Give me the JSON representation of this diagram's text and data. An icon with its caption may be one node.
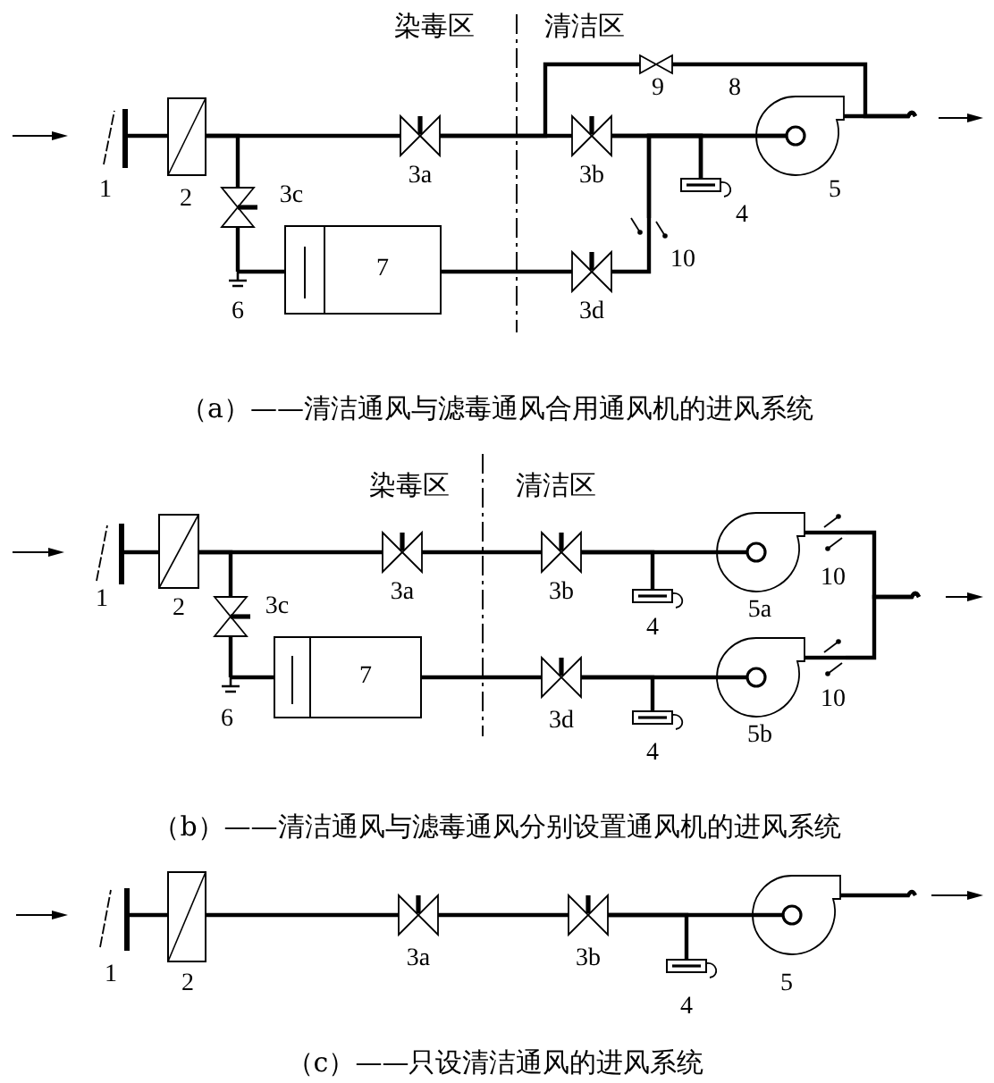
{
  "diagram": {
    "nodes": [
      {
        "text": [],
        "shape": "grille",
        "beside": [
          "1"
        ]
      },
      {
        "text": [],
        "shape": "box",
        "beside": [
          "2"
        ]
      },
      {
        "text": [],
        "shape": "bowtie",
        "beside": [
          "3c"
        ]
      },
      {
        "text": [],
        "shape": "bar",
        "beside": [
          "6"
        ]
      },
      {
        "text": [
          "7"
        ]
      },
      {
        "text": [],
        "shape": "bowtie",
        "beside": [
          "3a"
        ]
      },
      {
        "text": [],
        "shape": "bowtie",
        "beside": [
          "3b"
        ]
      },
      {
        "text": [],
        "shape": "bowtie",
        "beside": [
          "3d"
        ]
      },
      {
        "text": [],
        "shape": "bowtie",
        "beside": [
          "9"
        ]
      },
      {
        "text": [],
        "shape": "slash",
        "beside": [
          "10"
        ]
      },
      {
        "text": [],
        "shape": "cylinder",
        "beside": [
          "4"
        ]
      },
      {
        "text": [],
        "shape": "spiral",
        "beside": [
          "5"
        ]
      },
      {
        "text": [],
        "shape": "grille",
        "beside": [
          "1"
        ]
      },
      {
        "text": [],
        "shape": "box",
        "beside": [
          "2"
        ]
      },
      {
        "text": [],
        "shape": "bowtie",
        "beside": [
          "3c"
        ]
      },
      {
        "text": [],
        "shape": "bar",
        "beside": [
          "6"
        ]
      },
      {
        "text": [
          "7"
        ]
      },
      {
        "text": [],
        "shape": "bowtie",
        "beside": [
          "3a"
        ]
      },
      {
        "text": [],
        "shape": "bowtie",
        "beside": [
          "3b"
        ]
      },
      {
        "text": [],
        "shape": "bowtie",
        "beside": [
          "3d"
        ]
      },
      {
        "text": [],
        "shape": "cylinder",
        "beside": [
          "4"
        ]
      },
      {
        "text": [],
        "shape": "cylinder",
        "beside": [
          "4"
        ]
      },
      {
        "text": [],
        "shape": "spiral",
        "beside": [
          "5a"
        ]
      },
      {
        "text": [],
        "shape": "spiral",
        "beside": [
          "5b"
        ]
      },
      {
        "text": [],
        "shape": "slash",
        "beside": [
          "10"
        ]
      },
      {
        "text": [],
        "shape": "slash",
        "beside": [
          "10"
        ]
      },
      {
        "text": [],
        "shape": "grille",
        "beside": [
          "1"
        ]
      },
      {
        "text": [],
        "shape": "box",
        "beside": [
          "2"
        ]
      },
      {
        "text": [],
        "shape": "bowtie",
        "beside": [
          "3a"
        ]
      },
      {
        "text": [],
        "shape": "bowtie",
        "beside": [
          "3b"
        ]
      },
      {
        "text": [],
        "shape": "cylinder",
        "beside": [
          "4"
        ]
      },
      {
        "text": [],
        "shape": "spiral",
        "beside": [
          "5"
        ]
      }
    ],
    "edges": [
      {
        "from": 0,
        "to": 1,
        "arrow": "none"
      },
      {
        "from": 1,
        "to": 5,
        "arrow": "none"
      },
      {
        "from": 1,
        "to": 2,
        "arrow": "none"
      },
      {
        "from": 2,
        "to": 3,
        "arrow": "none"
      },
      {
        "from": 3,
        "to": 4,
        "arrow": "none"
      },
      {
        "from": 4,
        "to": 7,
        "arrow": "none"
      },
      {
        "from": 5,
        "to": 6,
        "arrow": "none"
      },
      {
        "from": 5,
        "to": 8,
        "arrow": "none"
      },
      {
        "from": 8,
        "to": null,
        "arrow": "none",
        "label": "8"
      },
      {
        "from": 11,
        "to": null,
        "arrow": "none"
      },
      {
        "from": 6,
        "to": 11,
        "arrow": "none"
      },
      {
        "from": 6,
        "to": 10,
        "arrow": "none"
      },
      {
        "from": 7,
        "to": 9,
        "arrow": "none"
      },
      {
        "from": 9,
        "to": 11,
        "arrow": "none"
      },
      {
        "from": 9,
        "to": 10,
        "arrow": "none"
      },
      {
        "from": 12,
        "to": 13,
        "arrow": "none"
      },
      {
        "from": 13,
        "to": 17,
        "arrow": "none"
      },
      {
        "from": 13,
        "to": 14,
        "arrow": "none"
      },
      {
        "from": 14,
        "to": 15,
        "arrow": "none"
      },
      {
        "from": 15,
        "to": 16,
        "arrow": "none"
      },
      {
        "from": 16,
        "to": 19,
        "arrow": "none"
      },
      {
        "from": 17,
        "to": 18,
        "arrow": "none"
      },
      {
        "from": 18,
        "to": 22,
        "arrow": "none"
      },
      {
        "from": 18,
        "to": 20,
        "arrow": "none"
      },
      {
        "from": 19,
        "to": 23,
        "arrow": "none"
      },
      {
        "from": 19,
        "to": 21,
        "arrow": "none"
      },
      {
        "from": 22,
        "to": 24,
        "arrow": "none"
      },
      {
        "from": 23,
        "to": 25,
        "arrow": "none"
      },
      {
        "from": 24,
        "to": null,
        "arrow": "none"
      },
      {
        "from": 25,
        "to": null,
        "arrow": "none"
      },
      {
        "from": 26,
        "to": 27,
        "arrow": "none"
      },
      {
        "from": 27,
        "to": 28,
        "arrow": "none"
      },
      {
        "from": 28,
        "to": 29,
        "arrow": "none"
      },
      {
        "from": 29,
        "to": 31,
        "arrow": "none"
      },
      {
        "from": 29,
        "to": 30,
        "arrow": "none"
      },
      {
        "from": 31,
        "to": null,
        "arrow": "none"
      }
    ],
    "labels": [
      "染毒区",
      "清洁区",
      "（a）——清洁通风与滤毒通风合用通风机的进风系统",
      "染毒区",
      "清洁区",
      "（b）——清洁通风与滤毒通风分别设置通风机的进风系统",
      "（c）——只设清洁通风的进风系统"
    ]
  }
}
